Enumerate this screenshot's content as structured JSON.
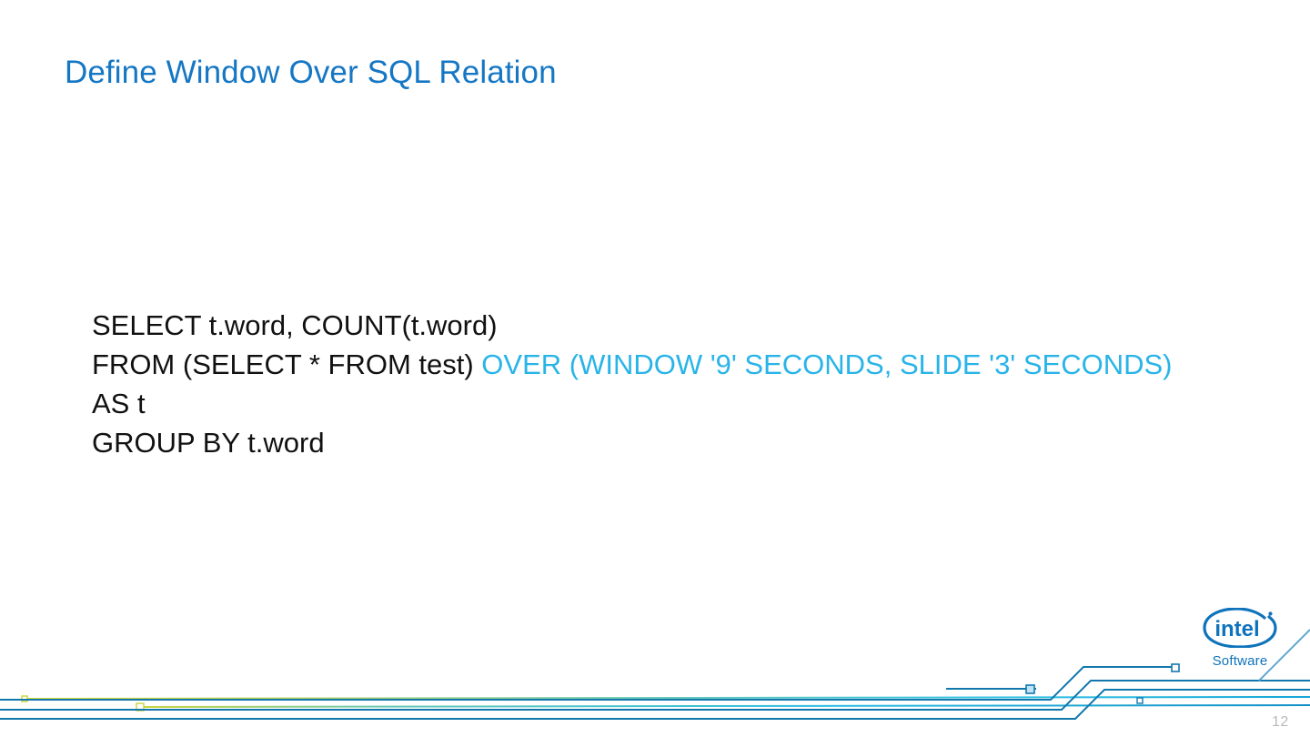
{
  "slide": {
    "title": "Define Window Over SQL Relation",
    "page_number": "12",
    "title_color": "#1577c4",
    "body_color": "#111111",
    "highlight_color": "#29b4e8",
    "background_color": "#ffffff",
    "page_number_color": "#b9b9b9"
  },
  "sql": {
    "lines": [
      {
        "segments": [
          {
            "text": "SELECT t.word, COUNT(t.word)",
            "style": "plain"
          }
        ]
      },
      {
        "segments": [
          {
            "text": "FROM (SELECT * FROM test) ",
            "style": "plain"
          },
          {
            "text": "OVER (WINDOW '9' SECONDS, SLIDE '3' SECONDS)",
            "style": "highlight"
          }
        ]
      },
      {
        "segments": [
          {
            "text": "AS t",
            "style": "plain"
          }
        ]
      },
      {
        "segments": [
          {
            "text": "GROUP BY t.word",
            "style": "plain"
          }
        ]
      }
    ]
  },
  "branding": {
    "logo_wordmark": "intel",
    "logo_subtitle": "Software",
    "logo_color": "#0f73bb",
    "registered_mark": "®"
  },
  "decoration": {
    "trace_color_dark": "#1277ad",
    "trace_color_cyan": "#29c0e8",
    "trace_color_light": "#c9d7e2",
    "trace_color_yellow": "#c8d43a",
    "node_fill": "#ffffff",
    "node_accent": "#8fd4ee"
  }
}
